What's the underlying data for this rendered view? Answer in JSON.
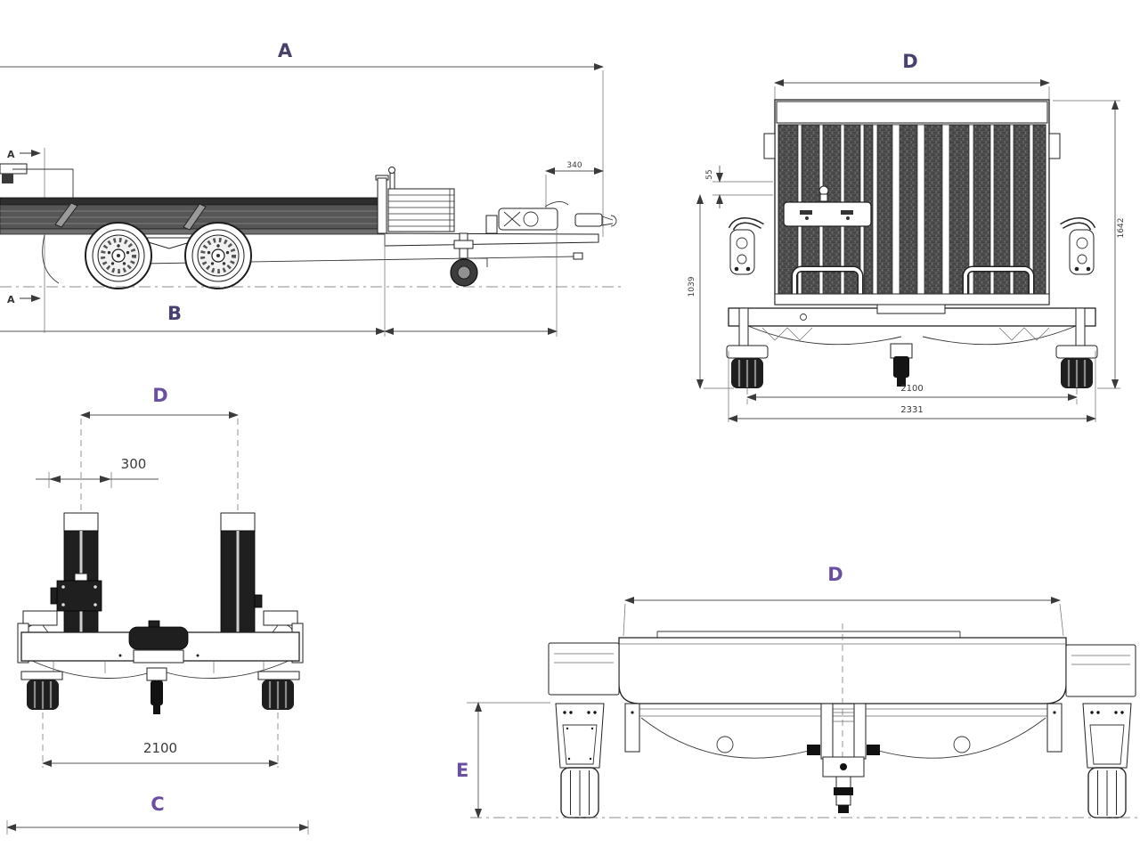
{
  "drawing": {
    "side_view": {
      "dim_a": "A",
      "section_a_top": "A",
      "section_a_bottom": "A",
      "dim_340": "340",
      "dim_b": "B"
    },
    "rear_ramp_view": {
      "dim_d": "D",
      "dim_55": "55",
      "dim_1039": "1039",
      "dim_1642": "1642",
      "dim_2100": "2100",
      "dim_2331": "2331"
    },
    "ramps_folded_view": {
      "dim_d": "D",
      "dim_300": "300",
      "dim_2100": "2100",
      "dim_c": "C"
    },
    "front_view": {
      "dim_d": "D",
      "dim_e": "E"
    }
  },
  "colors": {
    "label_purple": "#6a4fa1",
    "label_purple_dark": "#4a4070",
    "line_ink": "#222222",
    "dim_line": "#555555",
    "panel_dark": "#1f1f1f",
    "bed_gray": "#545454",
    "mesh_gray": "#454545"
  }
}
